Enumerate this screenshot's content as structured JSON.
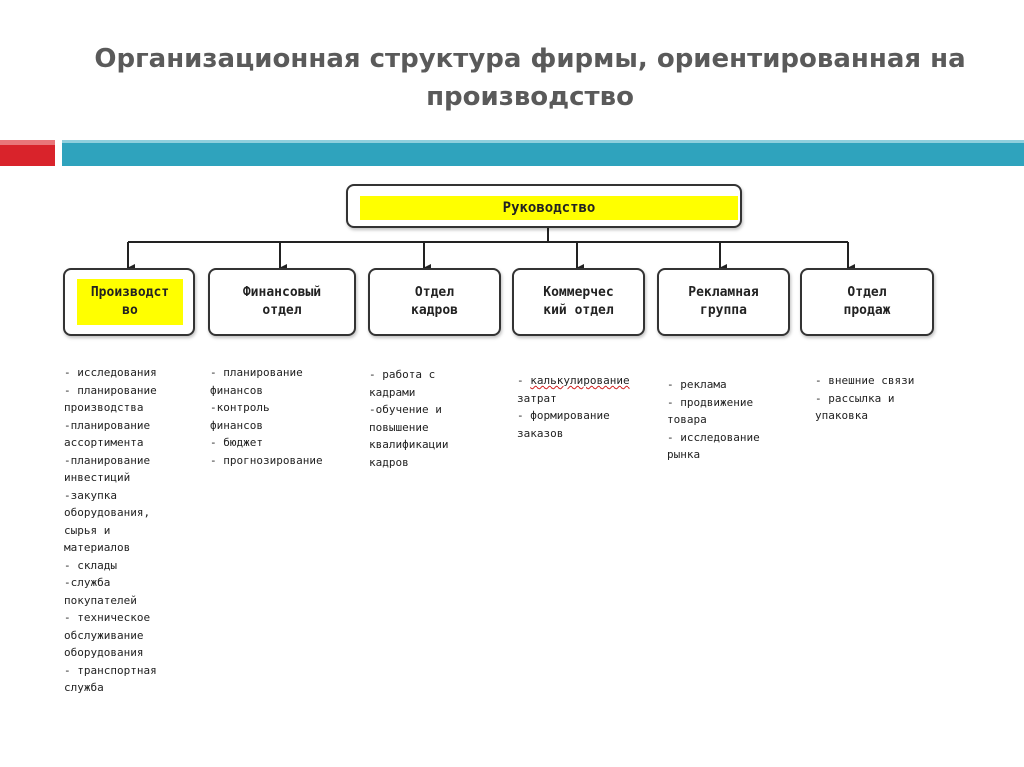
{
  "title": "Организационная структура фирмы, ориентированная на производство",
  "root": {
    "label": "Руководство"
  },
  "departments": [
    {
      "label": "Производство",
      "label_lines": [
        "Производст",
        "во"
      ],
      "tasks": [
        "- исследования",
        "- планирование",
        "производства",
        "-планирование",
        "ассортимента",
        "-планирование",
        "инвестиций",
        "-закупка",
        "оборудования,",
        "сырья и",
        "материалов",
        "- склады",
        "-служба",
        "покупателей",
        "- техническое",
        "обслуживание",
        "оборудования",
        "- транспортная",
        "служба"
      ]
    },
    {
      "label": "Финансовый отдел",
      "label_lines": [
        "Финансовый",
        "отдел"
      ],
      "tasks": [
        "- планирование",
        "финансов",
        "-контроль",
        "финансов",
        "- бюджет",
        "- прогнозирование"
      ]
    },
    {
      "label": "Отдел кадров",
      "label_lines": [
        "Отдел",
        "кадров"
      ],
      "tasks": [
        "- работа с",
        "кадрами",
        "-обучение и",
        "повышение",
        "квалификации",
        "кадров"
      ]
    },
    {
      "label": "Коммерческий отдел",
      "label_lines": [
        "Коммерчес",
        "кий отдел"
      ],
      "tasks": [
        "- калькулирование",
        "затрат",
        "- формирование",
        "заказов"
      ]
    },
    {
      "label": "Рекламная группа",
      "label_lines": [
        "Рекламная",
        "группа"
      ],
      "tasks": [
        "- реклама",
        "- продвижение",
        "товара",
        "- исследование",
        "рынка"
      ]
    },
    {
      "label": "Отдел продаж",
      "label_lines": [
        "Отдел",
        "продаж"
      ],
      "tasks": [
        "- внешние связи",
        "- рассылка и",
        "упаковка"
      ]
    }
  ],
  "colors": {
    "title": "#5a5a5a",
    "band_red": "#d9232b",
    "band_teal": "#2fa3bd",
    "highlight": "#ffff00",
    "border": "#333333"
  }
}
